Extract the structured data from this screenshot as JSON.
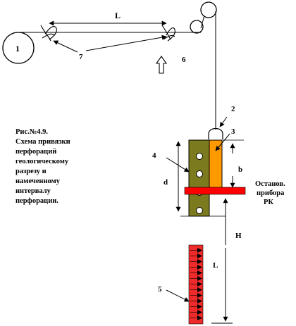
{
  "callouts": {
    "n1": "1",
    "n2": "2",
    "n3": "3",
    "n4": "4",
    "n5": "5",
    "n6": "6",
    "n7": "7"
  },
  "dims": {
    "L_top": "L",
    "L_bottom": "L",
    "d": "d",
    "b": "b",
    "H": "H"
  },
  "rk_label": [
    "Останов.",
    "прибора",
    "РК"
  ],
  "caption": [
    "Рис.№4.9.",
    "Схема привязки",
    "перфораций",
    "геологическому",
    "разрезу и",
    "намеченному",
    "интервалу",
    "перфорации."
  ],
  "colors": {
    "tool_body": "#7b7a1e",
    "tool_strip": "#ff9900",
    "marker_bar": "#ff0000",
    "scale_bar": "#ee2a2a"
  }
}
